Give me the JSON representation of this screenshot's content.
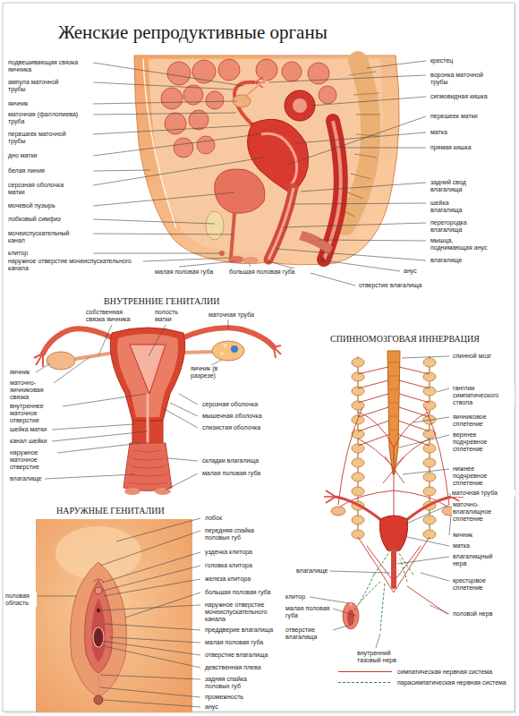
{
  "diagram": {
    "title": "Женские репродуктивные органы",
    "labels": [
      "подвешивающая связка яичника",
      "ампула маточной трубы",
      "яичник",
      "маточная (фаллопиева) труба",
      "перешеек маточной трубы",
      "дно матки",
      "белая линия",
      "серозная оболочка матки",
      "мочевой пузырь",
      "лобковый симфиз",
      "мочеиспускательный канал",
      "клитор",
      "наружное отверстие мочеиспускательного канала",
      "малая половая губа",
      "большая половая губа",
      "крестец",
      "воронка маточной трубы",
      "сигмовидная кишка",
      "перешеек матки",
      "матка",
      "прямая кишка",
      "задний свод влагалища",
      "шейка влагалища",
      "перегородка влагалища",
      "мышца, поднимающая анус",
      "влагалище",
      "анус",
      "отверстие влагалища",
      "ВНУТРЕННИЕ ГЕНИТАЛИИ",
      "собственная связка яичника",
      "полость матки",
      "маточная труба",
      "яичник",
      "маточно-яичниковая связка",
      "внутреннее маточное отверстие",
      "шейка матки",
      "канал шейки",
      "наружное маточное отверстие",
      "влагалище",
      "яичник (в разрезе)",
      "серозная оболочка",
      "мышечная оболочка",
      "слизистая оболочка",
      "складки влагалища",
      "малая половая губа",
      "СПИННОМОЗГОВАЯ ИННЕРВАЦИЯ",
      "спинной мозг",
      "ганглии симпатического ствола",
      "яичниковое сплетение",
      "верхнее подчревное сплетение",
      "нижнее подчревное сплетение",
      "маточная труба",
      "маточно-влагалищное сплетение",
      "яичник",
      "матка",
      "влагалищный нерв",
      "крестцовое сплетение",
      "половой нерв",
      "влагалище",
      "клитор",
      "малая половая губа",
      "отверстие влагалища",
      "внутренний тазовый нерв",
      "НАРУЖНЫЕ ГЕНИТАЛИИ",
      "лобок",
      "передняя спайка половых губ",
      "уздечка клитора",
      "головка клитора",
      "железа клитора",
      "большая половая губа",
      "наружное отверстие мочеиспускательного канала",
      "преддверие влагалища",
      "малая половая губа",
      "отверстие влагалища",
      "девственная плева",
      "задняя спайка половых губ",
      "промежность",
      "анус",
      "половая область"
    ],
    "legend": [
      {
        "text": "симпатическая нервная система"
      },
      {
        "text": "парасимпатическая нервная система"
      }
    ]
  }
}
